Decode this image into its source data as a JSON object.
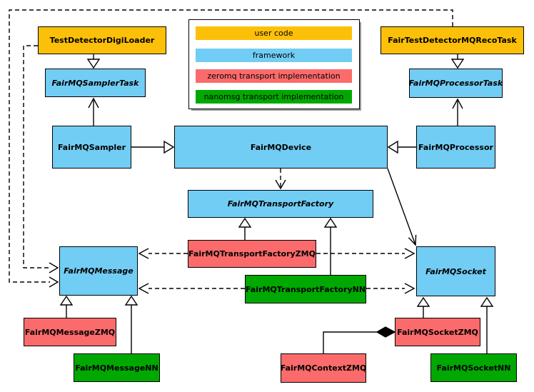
{
  "colors": {
    "user_code": "#FDC008",
    "framework": "#72CDF4",
    "zeromq": "#FB6B6B",
    "nanomsg": "#01A801",
    "line": "#000000"
  },
  "legend": {
    "items": [
      {
        "label": "user code",
        "color": "#FDC008"
      },
      {
        "label": "framework",
        "color": "#72CDF4"
      },
      {
        "label": "zeromq transport implementation",
        "color": "#FB6B6B"
      },
      {
        "label": "nanomsg transport implementation",
        "color": "#01A801"
      }
    ]
  },
  "nodes": [
    {
      "id": "TestDetectorDigiLoader",
      "label": "TestDetectorDigiLoader",
      "category": "user_code",
      "abstract": false
    },
    {
      "id": "FairTestDetectorMQRecoTask",
      "label": "FairTestDetectorMQRecoTask",
      "category": "user_code",
      "abstract": false
    },
    {
      "id": "FairMQSamplerTask",
      "label": "FairMQSamplerTask",
      "category": "framework",
      "abstract": true
    },
    {
      "id": "FairMQProcessorTask",
      "label": "FairMQProcessorTask",
      "category": "framework",
      "abstract": true
    },
    {
      "id": "FairMQSampler",
      "label": "FairMQSampler",
      "category": "framework",
      "abstract": false
    },
    {
      "id": "FairMQDevice",
      "label": "FairMQDevice",
      "category": "framework",
      "abstract": false
    },
    {
      "id": "FairMQProcessor",
      "label": "FairMQProcessor",
      "category": "framework",
      "abstract": false
    },
    {
      "id": "FairMQTransportFactory",
      "label": "FairMQTransportFactory",
      "category": "framework",
      "abstract": true
    },
    {
      "id": "FairMQTransportFactoryZMQ",
      "label": "FairMQTransportFactoryZMQ",
      "category": "zeromq",
      "abstract": false
    },
    {
      "id": "FairMQTransportFactoryNN",
      "label": "FairMQTransportFactoryNN",
      "category": "nanomsg",
      "abstract": false
    },
    {
      "id": "FairMQMessage",
      "label": "FairMQMessage",
      "category": "framework",
      "abstract": true
    },
    {
      "id": "FairMQSocket",
      "label": "FairMQSocket",
      "category": "framework",
      "abstract": true
    },
    {
      "id": "FairMQMessageZMQ",
      "label": "FairMQMessageZMQ",
      "category": "zeromq",
      "abstract": false
    },
    {
      "id": "FairMQMessageNN",
      "label": "FairMQMessageNN",
      "category": "nanomsg",
      "abstract": false
    },
    {
      "id": "FairMQSocketZMQ",
      "label": "FairMQSocketZMQ",
      "category": "zeromq",
      "abstract": false
    },
    {
      "id": "FairMQContextZMQ",
      "label": "FairMQContextZMQ",
      "category": "zeromq",
      "abstract": false
    },
    {
      "id": "FairMQSocketNN",
      "label": "FairMQSocketNN",
      "category": "nanomsg",
      "abstract": false
    }
  ],
  "edges": [
    {
      "from": "TestDetectorDigiLoader",
      "to": "FairMQSamplerTask",
      "kind": "inheritance"
    },
    {
      "from": "FairTestDetectorMQRecoTask",
      "to": "FairMQProcessorTask",
      "kind": "inheritance"
    },
    {
      "from": "FairMQSampler",
      "to": "FairMQDevice",
      "kind": "inheritance"
    },
    {
      "from": "FairMQProcessor",
      "to": "FairMQDevice",
      "kind": "inheritance"
    },
    {
      "from": "FairMQSampler",
      "to": "FairMQSamplerTask",
      "kind": "association"
    },
    {
      "from": "FairMQProcessor",
      "to": "FairMQProcessorTask",
      "kind": "association"
    },
    {
      "from": "FairMQDevice",
      "to": "FairMQTransportFactory",
      "kind": "dependency"
    },
    {
      "from": "FairMQDevice",
      "to": "FairMQSocket",
      "kind": "association"
    },
    {
      "from": "FairMQTransportFactoryZMQ",
      "to": "FairMQTransportFactory",
      "kind": "inheritance"
    },
    {
      "from": "FairMQTransportFactoryNN",
      "to": "FairMQTransportFactory",
      "kind": "inheritance"
    },
    {
      "from": "FairMQTransportFactoryZMQ",
      "to": "FairMQMessage",
      "kind": "dependency"
    },
    {
      "from": "FairMQTransportFactoryZMQ",
      "to": "FairMQSocket",
      "kind": "dependency"
    },
    {
      "from": "FairMQTransportFactoryNN",
      "to": "FairMQMessage",
      "kind": "dependency"
    },
    {
      "from": "FairMQTransportFactoryNN",
      "to": "FairMQSocket",
      "kind": "dependency"
    },
    {
      "from": "TestDetectorDigiLoader",
      "to": "FairMQMessage",
      "kind": "dependency"
    },
    {
      "from": "FairTestDetectorMQRecoTask",
      "to": "FairMQMessage",
      "kind": "dependency"
    },
    {
      "from": "FairMQMessageZMQ",
      "to": "FairMQMessage",
      "kind": "inheritance"
    },
    {
      "from": "FairMQMessageNN",
      "to": "FairMQMessage",
      "kind": "inheritance"
    },
    {
      "from": "FairMQSocketZMQ",
      "to": "FairMQSocket",
      "kind": "inheritance"
    },
    {
      "from": "FairMQSocketNN",
      "to": "FairMQSocket",
      "kind": "inheritance"
    },
    {
      "from": "FairMQContextZMQ",
      "to": "FairMQSocketZMQ",
      "kind": "composition"
    }
  ]
}
